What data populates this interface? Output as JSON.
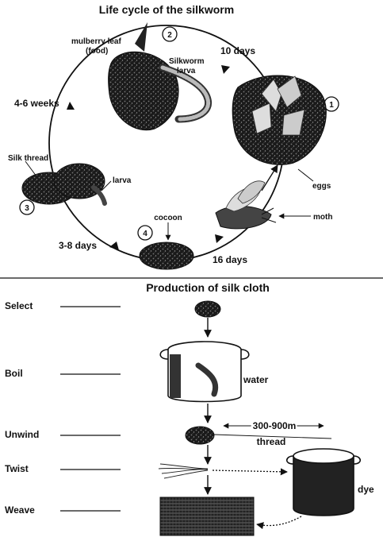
{
  "lifecycle": {
    "title": "Life cycle of the silkworm",
    "labels": {
      "mulberry_leaf": [
        "mulberry leaf",
        "(food)"
      ],
      "silkworm_larva": [
        "Silkworm",
        "larva"
      ],
      "silk_thread": "Silk thread",
      "larva": "larva",
      "cocoon": "cocoon",
      "eggs": "eggs",
      "moth": "moth"
    },
    "stages": [
      "1",
      "2",
      "3",
      "4"
    ],
    "durations": {
      "eggs_to_larva": "10 days",
      "larva_to_thread": "4-6 weeks",
      "thread_to_cocoon": "3-8 days",
      "cocoon_to_moth": "16 days"
    }
  },
  "production": {
    "title": "Production of silk cloth",
    "steps": [
      "Select",
      "Boil",
      "Unwind",
      "Twist",
      "Weave"
    ],
    "water_label": "water",
    "length_label": "300-900m",
    "thread_label": "thread",
    "dye_label": "dye"
  },
  "colors": {
    "ink": "#111111",
    "paper": "#ffffff"
  }
}
